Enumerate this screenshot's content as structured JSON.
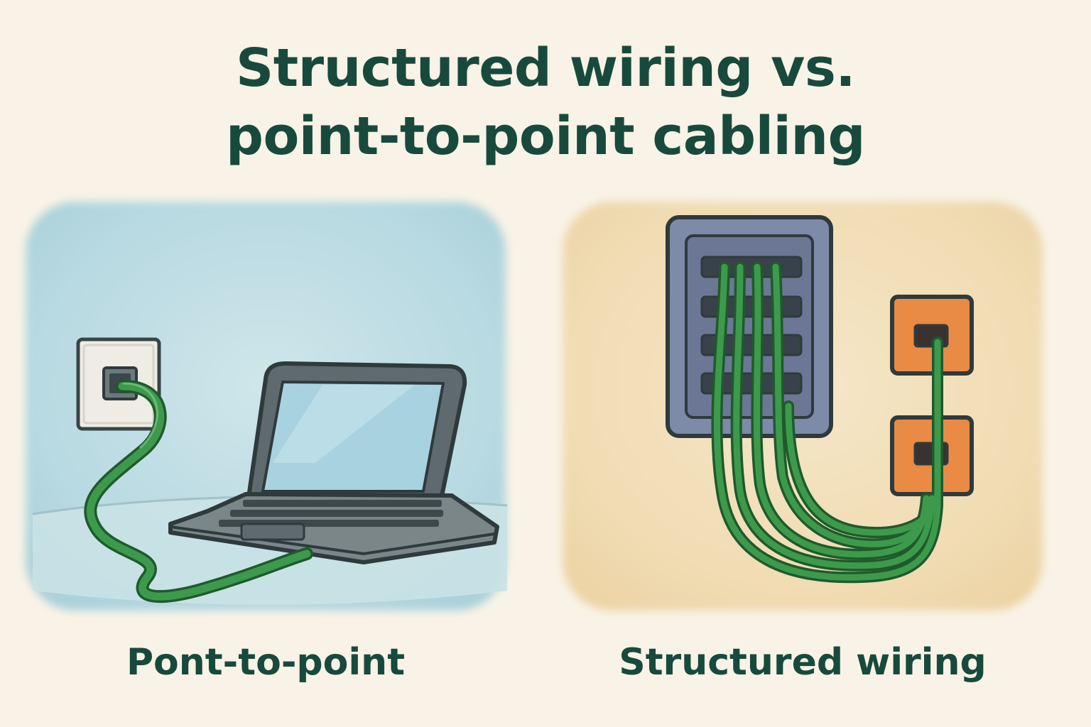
{
  "title": {
    "line1": "Structured wiring vs.",
    "line2": "point-to-point cabling"
  },
  "panels": [
    {
      "id": "point-to-point",
      "caption": "Pont-to-point",
      "background_color": "#bcdbe2",
      "elements": [
        "wall-outlet-icon",
        "ethernet-cable",
        "laptop-icon"
      ]
    },
    {
      "id": "structured-wiring",
      "caption": "Structured wiring",
      "background_color": "#f3dfb8",
      "elements": [
        "patch-panel-icon",
        "cable-bundle",
        "wall-jack-icon",
        "wall-jack-icon"
      ]
    }
  ],
  "colors": {
    "title_text": "#174a3c",
    "cable_green": "#3d9a4c",
    "outline": "#2f3a3c",
    "jack_orange": "#e98a45",
    "patch_panel_blue": "#7d8aa8"
  }
}
